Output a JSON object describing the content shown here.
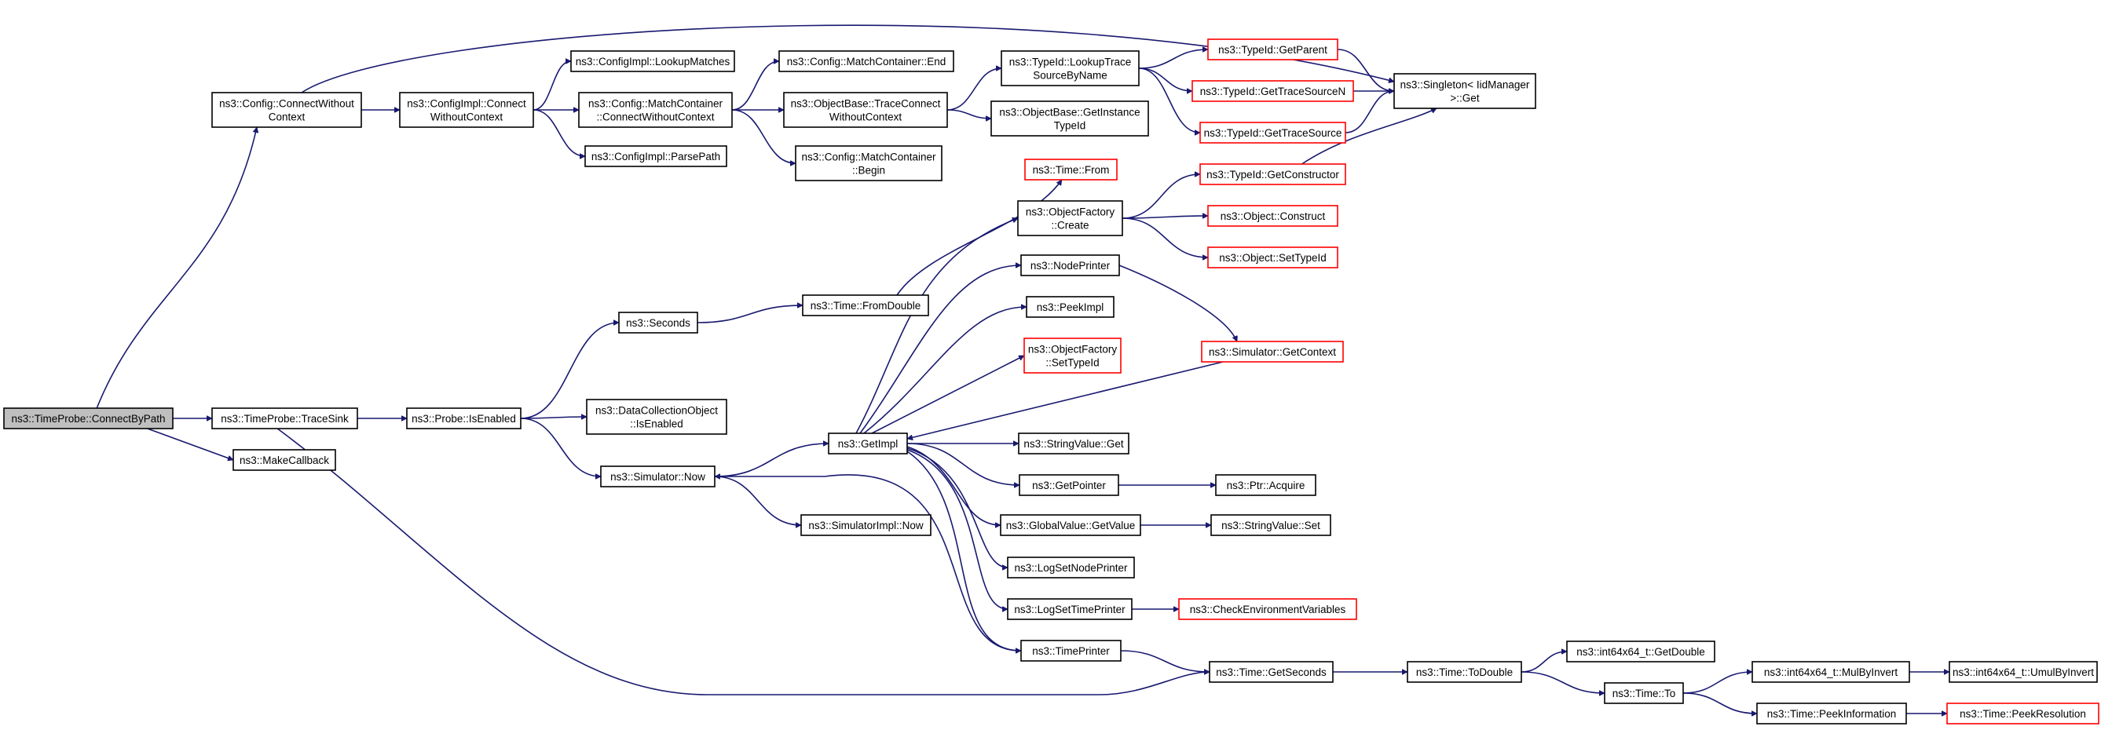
{
  "nodes": {
    "n_connectbypath": "ns3::TimeProbe::ConnectByPath",
    "n_cfg_connect_wo": [
      "ns3::Config::ConnectWithout",
      "Context"
    ],
    "n_tp_tracesink": "ns3::TimeProbe::TraceSink",
    "n_makecallback": "ns3::MakeCallback",
    "n_cfgimpl_connect": [
      "ns3::ConfigImpl::Connect",
      "WithoutContext"
    ],
    "n_cfgimpl_lookup": "ns3::ConfigImpl::LookupMatches",
    "n_cfgimpl_parse": "ns3::ConfigImpl::ParsePath",
    "n_matchcont_connect": [
      "ns3::Config::MatchContainer",
      "::ConnectWithoutContext"
    ],
    "n_matchcont_end": "ns3::Config::MatchContainer::End",
    "n_objbase_traceconnect": [
      "ns3::ObjectBase::TraceConnect",
      "WithoutContext"
    ],
    "n_matchcont_begin": [
      "ns3::Config::MatchContainer",
      "::Begin"
    ],
    "n_typeid_lookuptrace": [
      "ns3::TypeId::LookupTrace",
      "SourceByName"
    ],
    "n_objbase_getinstance": [
      "ns3::ObjectBase::GetInstance",
      "TypeId"
    ],
    "n_typeid_getparent": "ns3::TypeId::GetParent",
    "n_typeid_gettracesourcen": "ns3::TypeId::GetTraceSourceN",
    "n_typeid_gettracesource": "ns3::TypeId::GetTraceSource",
    "n_singleton_get": [
      "ns3::Singleton< IidManager",
      ">::Get"
    ],
    "n_time_from": "ns3::Time::From",
    "n_objfactory_create": [
      "ns3::ObjectFactory",
      "::Create"
    ],
    "n_typeid_getconstructor": "ns3::TypeId::GetConstructor",
    "n_object_construct": "ns3::Object::Construct",
    "n_object_settypeid": "ns3::Object::SetTypeId",
    "n_nodeprinter": "ns3::NodePrinter",
    "n_seconds": "ns3::Seconds",
    "n_time_fromdouble": "ns3::Time::FromDouble",
    "n_peekimpl": "ns3::PeekImpl",
    "n_objfactory_settypeid": [
      "ns3::ObjectFactory",
      "::SetTypeId"
    ],
    "n_sim_getcontext": "ns3::Simulator::GetContext",
    "n_probe_isenabled": "ns3::Probe::IsEnabled",
    "n_dco_isenabled": [
      "ns3::DataCollectionObject",
      "::IsEnabled"
    ],
    "n_getimpl": "ns3::GetImpl",
    "n_stringvalue_get": "ns3::StringValue::Get",
    "n_sim_now": "ns3::Simulator::Now",
    "n_getpointer": "ns3::GetPointer",
    "n_ptr_acquire": "ns3::Ptr::Acquire",
    "n_simimpl_now": "ns3::SimulatorImpl::Now",
    "n_globalvalue_getvalue": "ns3::GlobalValue::GetValue",
    "n_stringvalue_set": "ns3::StringValue::Set",
    "n_logsetnodeprinter": "ns3::LogSetNodePrinter",
    "n_logsettimeprinter": "ns3::LogSetTimePrinter",
    "n_checkenv": "ns3::CheckEnvironmentVariables",
    "n_timeprinter": "ns3::TimePrinter",
    "n_time_getseconds": "ns3::Time::GetSeconds",
    "n_time_todouble": "ns3::Time::ToDouble",
    "n_int64_getdouble": "ns3::int64x64_t::GetDouble",
    "n_time_to": "ns3::Time::To",
    "n_int64_mulbyinvert": "ns3::int64x64_t::MulByInvert",
    "n_int64_umulbyinvert": "ns3::int64x64_t::UmulByInvert",
    "n_time_peekinfo": "ns3::Time::PeekInformation",
    "n_time_peekres": "ns3::Time::PeekResolution"
  },
  "colors": {
    "edge": "#191970",
    "node_border": "#000000",
    "truncated_border": "#ff0000",
    "root_fill": "#bfbfbf",
    "node_fill": "#ffffff"
  }
}
